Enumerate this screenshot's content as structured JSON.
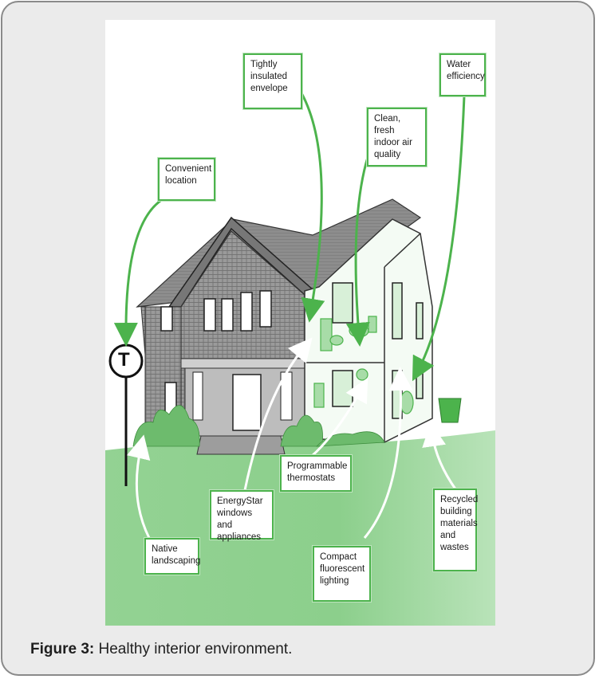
{
  "figure": {
    "callouts": {
      "tightly_insulated": "Tightly\ninsulated\nenvelope",
      "water_efficiency": "Water\nefficiency",
      "clean_air": "Clean, fresh\nindoor air\nquality",
      "convenient_location": "Convenient\nlocation",
      "programmable_thermostats": "Programmable\nthermostats",
      "energystar": "EnergyStar\nwindows and\nappliances",
      "recycled": "Recycled\nbuilding\nmaterials\nand\nwastes",
      "native_landscaping": "Native\nlandscaping",
      "compact_fluorescent": "Compact\nfluorescent\nlighting"
    },
    "transit_sign_letter": "T",
    "colors": {
      "accent_green": "#4cb34c",
      "lawn_green": "#8dcf8d",
      "shrub_green": "#6dbb6d"
    }
  },
  "caption": {
    "label": "Figure 3:",
    "text": "Healthy interior environment."
  }
}
